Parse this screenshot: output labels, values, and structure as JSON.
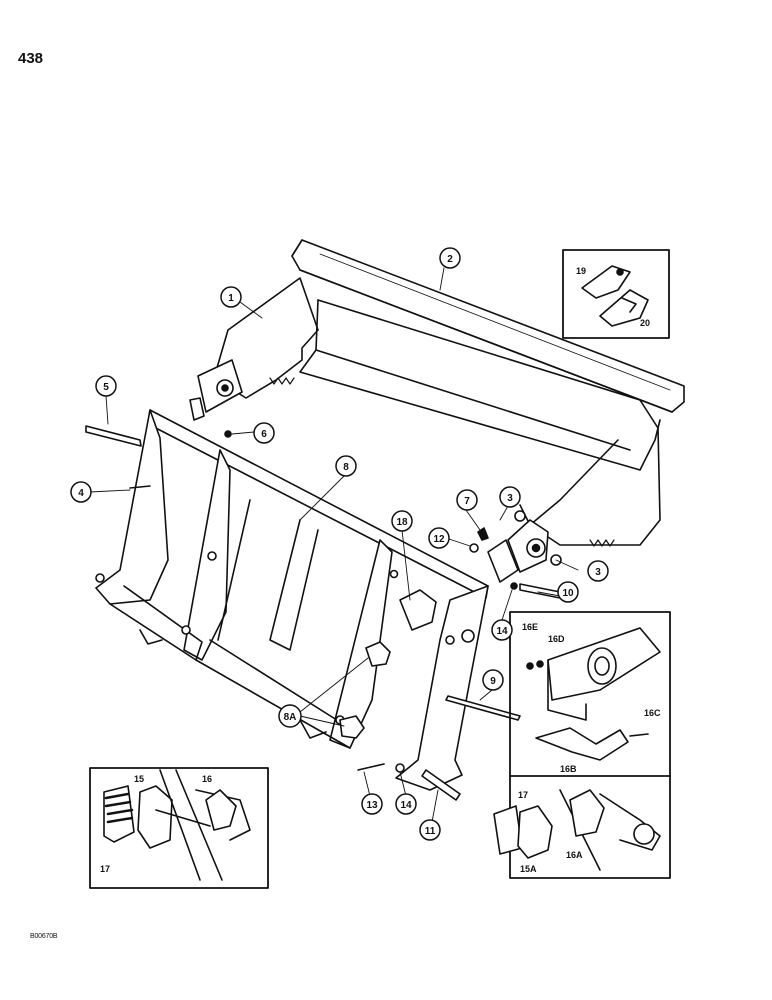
{
  "page_number": "438",
  "drawing_code": "B00670B",
  "callouts": [
    "1",
    "2",
    "3",
    "3",
    "4",
    "5",
    "6",
    "7",
    "8",
    "8A",
    "9",
    "10",
    "11",
    "12",
    "13",
    "14",
    "14",
    "18"
  ],
  "inset_top_labels": [
    "19",
    "20"
  ],
  "inset_left_labels": [
    "15",
    "16",
    "17"
  ],
  "inset_right_top_labels": [
    "16E",
    "16D",
    "16C",
    "16B"
  ],
  "inset_right_bottom_labels": [
    "17",
    "16A",
    "15A"
  ]
}
